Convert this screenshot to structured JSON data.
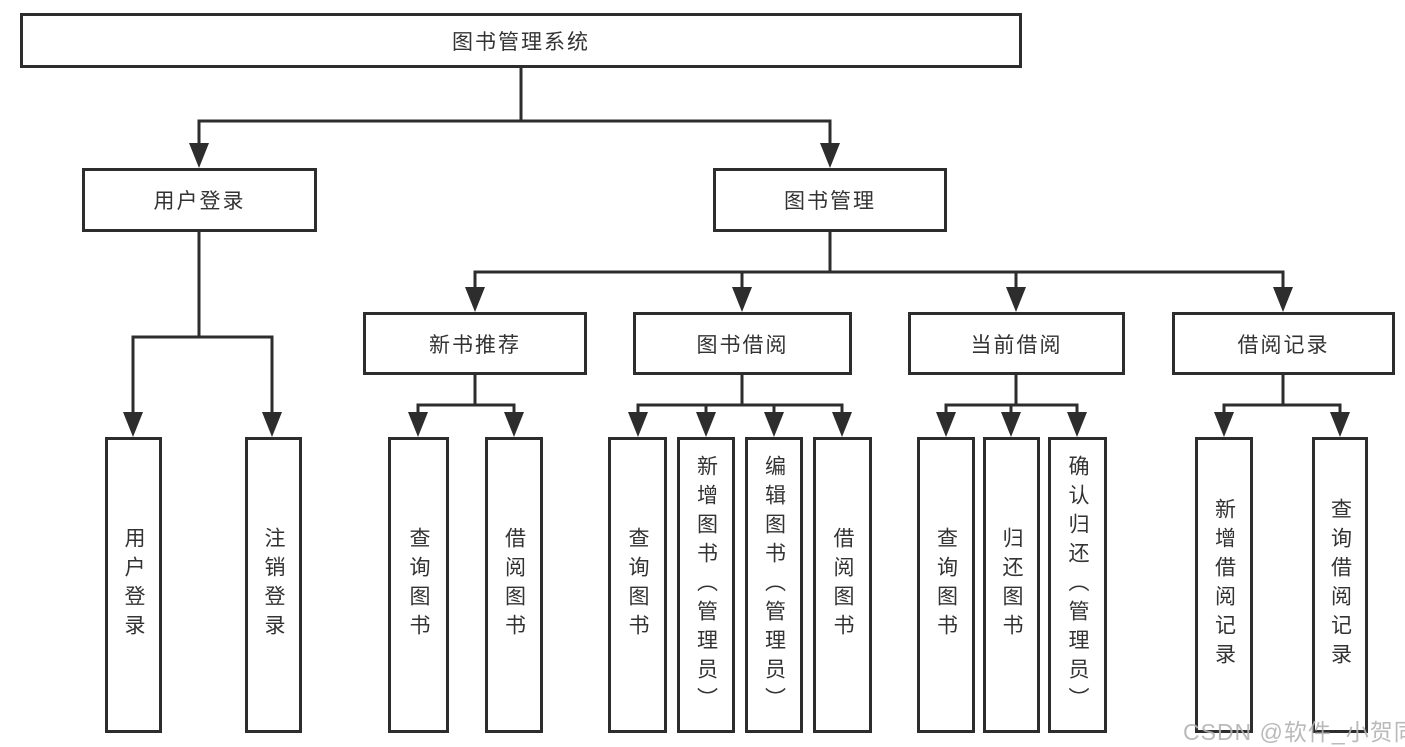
{
  "colors": {
    "line": "#2d2d2d",
    "box_border": "#2d2d2d",
    "text": "#333333",
    "watermark": "#b3b3b3",
    "background": "#ffffff"
  },
  "tree": {
    "root": {
      "label": "图书管理系统",
      "children": [
        {
          "label": "用户登录",
          "children": [
            {
              "label": "用户登录"
            },
            {
              "label": "注销登录"
            }
          ]
        },
        {
          "label": "图书管理",
          "children": [
            {
              "label": "新书推荐",
              "children": [
                {
                  "label": "查询图书"
                },
                {
                  "label": "借阅图书"
                }
              ]
            },
            {
              "label": "图书借阅",
              "children": [
                {
                  "label": "查询图书"
                },
                {
                  "label": "新增图书（管理员）"
                },
                {
                  "label": "编辑图书（管理员）"
                },
                {
                  "label": "借阅图书"
                }
              ]
            },
            {
              "label": "当前借阅",
              "children": [
                {
                  "label": "查询图书"
                },
                {
                  "label": "归还图书"
                },
                {
                  "label": "确认归还（管理员）"
                }
              ]
            },
            {
              "label": "借阅记录",
              "children": [
                {
                  "label": "新增借阅记录"
                },
                {
                  "label": "查询借阅记录"
                }
              ]
            }
          ]
        }
      ]
    }
  },
  "watermark": "CSDN @软件_小贺同学"
}
